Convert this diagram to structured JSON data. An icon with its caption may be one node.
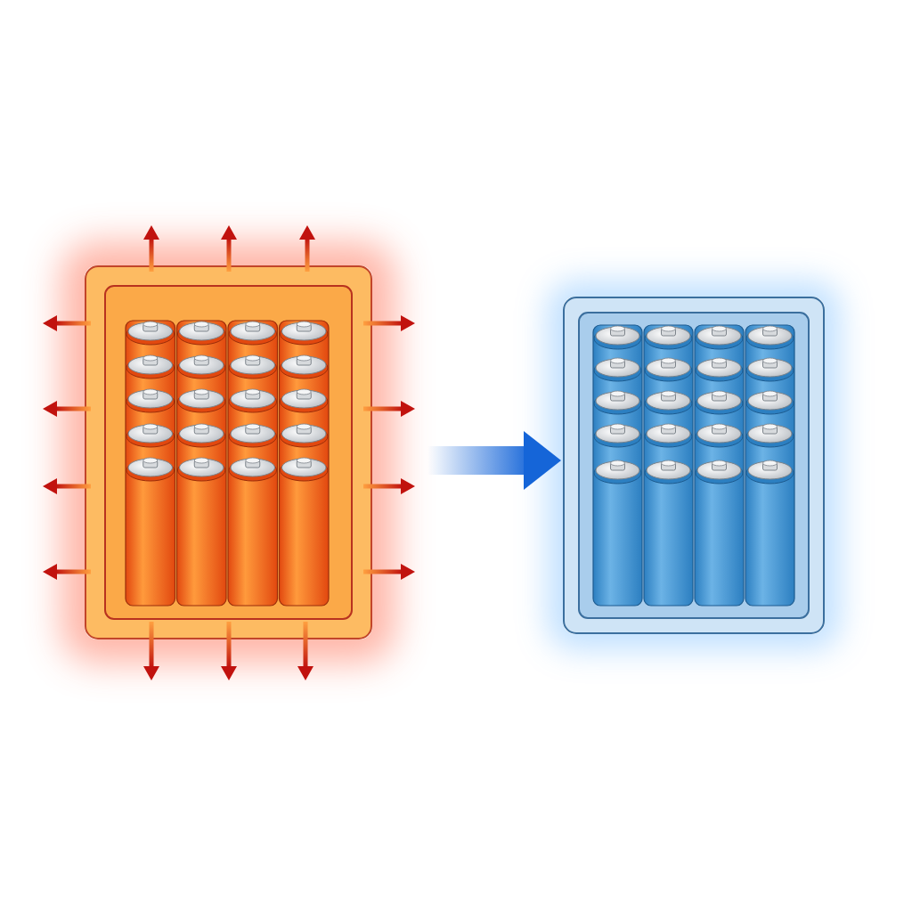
{
  "diagram": {
    "nodes": [
      {
        "text": [],
        "shape": "picture"
      },
      {
        "text": [],
        "shape": "picture"
      }
    ],
    "edges": [
      {
        "from": 0,
        "to": 1,
        "arrow": "to",
        "style": "thick"
      }
    ]
  }
}
